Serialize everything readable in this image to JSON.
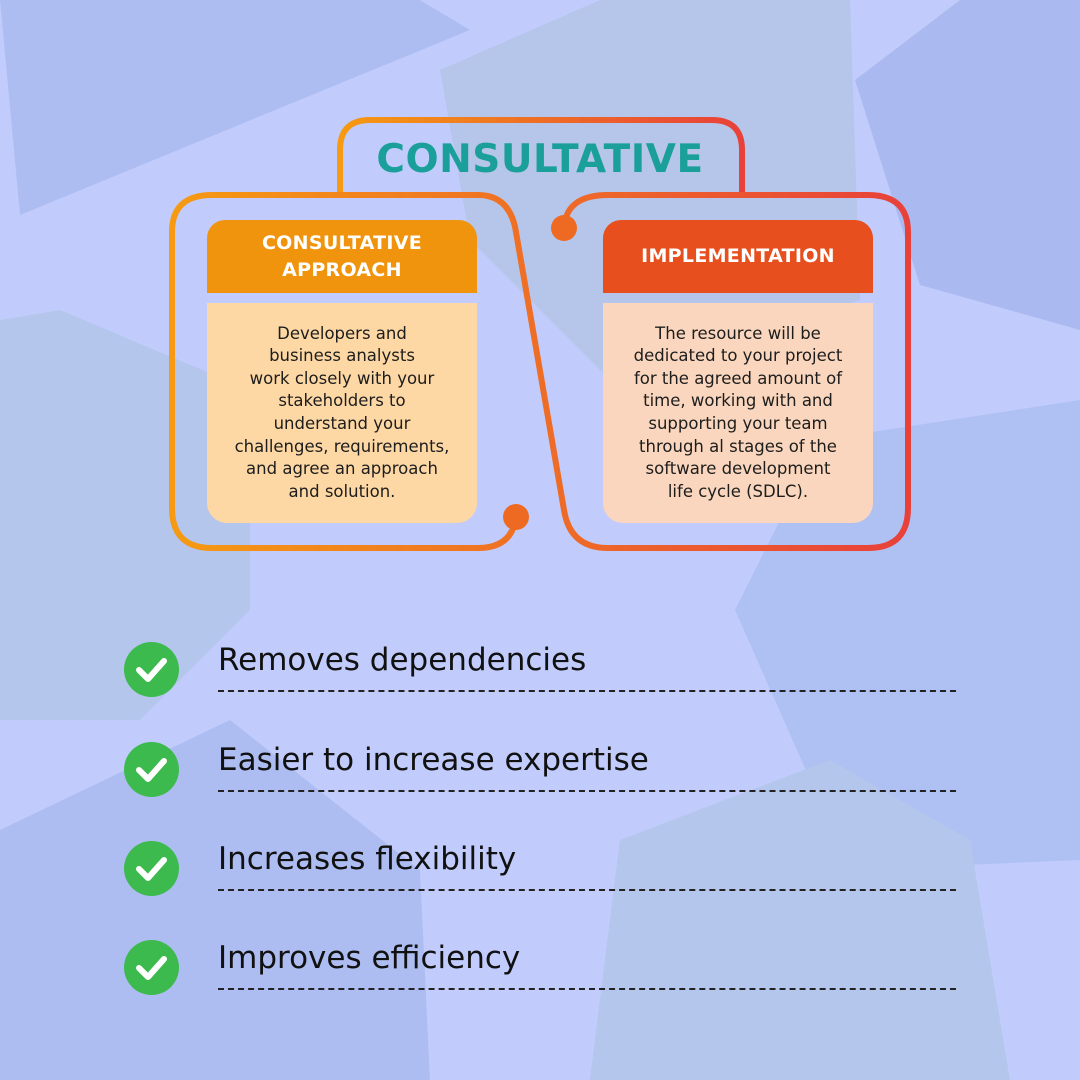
{
  "title": "CONSULTATIVE",
  "cards": [
    {
      "heading_lines": [
        "CONSULTATIVE",
        "APPROACH"
      ],
      "body_lines": [
        "Developers and",
        "business analysts",
        "work closely with your",
        "stakeholders to",
        "understand your",
        "challenges, requirements,",
        "and agree an approach",
        "and solution."
      ]
    },
    {
      "heading_lines": [
        "IMPLEMENTATION"
      ],
      "body_lines": [
        "The resource will be",
        "dedicated to your project",
        "for the agreed amount of",
        "time, working with and",
        "supporting your team",
        "through al stages of the",
        "software development",
        "life cycle (SDLC)."
      ]
    }
  ],
  "benefits": [
    {
      "label": "Removes dependencies",
      "icon": "check-circle-icon"
    },
    {
      "label": "Easier to increase expertise",
      "icon": "check-circle-icon"
    },
    {
      "label": "Increases flexibility",
      "icon": "check-circle-icon"
    },
    {
      "label": "Improves efficiency",
      "icon": "check-circle-icon"
    }
  ],
  "colors": {
    "background": "#c1ccfc",
    "title": "#1b9f9a",
    "orange": "#f0930d",
    "red": "#e84f1f",
    "check": "#3cba4d"
  }
}
